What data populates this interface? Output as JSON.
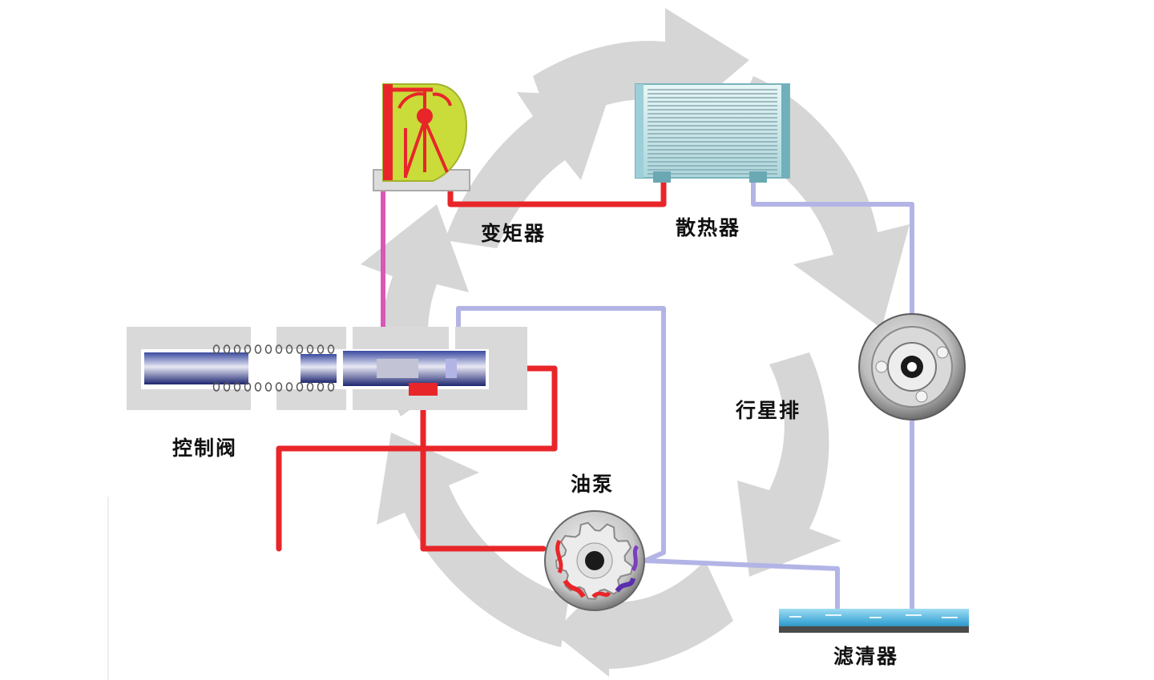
{
  "labels": {
    "torque_converter": "变矩器",
    "radiator": "散热器",
    "control_valve": "控制阀",
    "planetary_gear": "行星排",
    "oil_pump": "油泵",
    "oil_filter": "滤清器"
  },
  "colors": {
    "background": "#ffffff",
    "circulation_arrows": "#d6d6d6",
    "high_pressure_line": "#e8262a",
    "return_line": "#b3b4e6",
    "converter_feed_line": "#d957b6",
    "converter_body": "#c9dc3a",
    "radiator_body": "#c8e8ea",
    "filter_body": "#4fb5e0",
    "valve_body": "#d9d9d9",
    "valve_spool": "#2b3a8c"
  },
  "icons": {
    "torque_converter": "torque-converter-icon",
    "radiator": "radiator-icon",
    "control_valve": "spool-valve-icon",
    "planetary_gear": "planetary-gear-icon",
    "oil_pump": "gear-pump-icon",
    "oil_filter": "oil-filter-icon"
  }
}
